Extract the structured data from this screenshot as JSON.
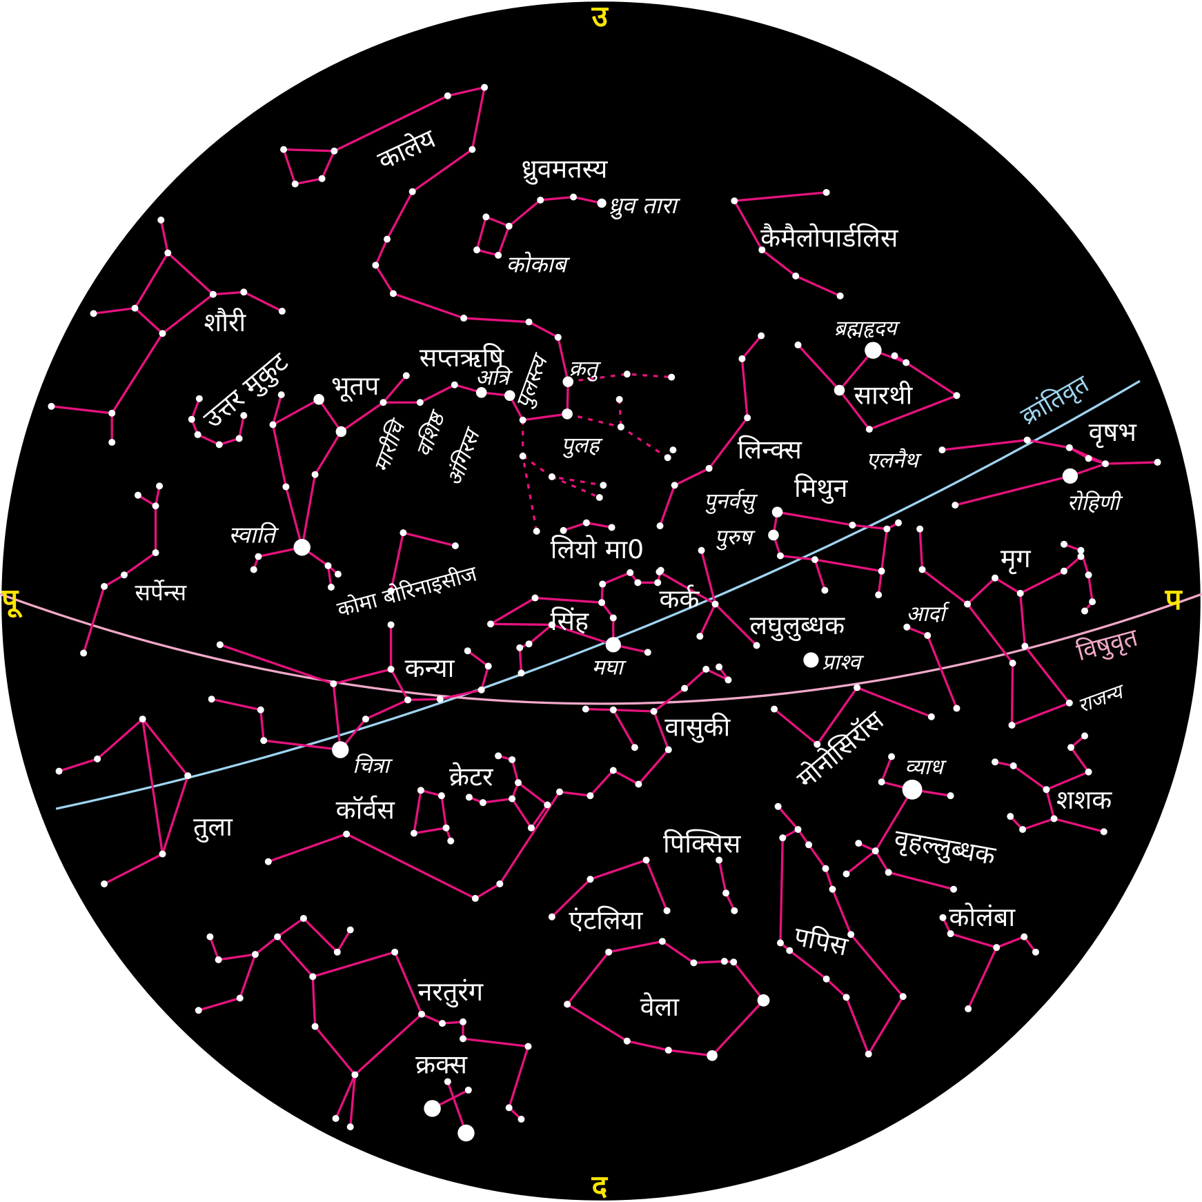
{
  "title": "Sky chart (Hindi)",
  "colors": {
    "background": "#000000",
    "constellation_lines": "#e5127d",
    "stars": "#ffffff",
    "ecliptic": "#9fd4f0",
    "equator": "#f0a8c8",
    "cardinal": "#ffe600"
  },
  "cardinal": {
    "north": "उ",
    "south": "द",
    "east": "पू",
    "west": "प"
  },
  "circles": {
    "ecliptic": "क्रांतिवृत",
    "equator": "विषुवृत"
  },
  "constellations": {
    "draco": "कालेय",
    "ursa_minor": "ध्रुवमतस्य",
    "camelopardalis": "कैमैलोपार्डलिस",
    "hercules": "शौरी",
    "corona_borealis": "उत्तर मुकुट",
    "bootes": "भूतप",
    "ursa_major": "सप्तऋषि",
    "lynx": "लिन्क्स",
    "auriga": "सारथी",
    "taurus": "वृषभ",
    "gemini": "मिथुन",
    "orion": "मृग",
    "cancer": "कर्क",
    "leo_minor": "लियो मा0",
    "coma": "कोमा बोरिनाइसीज",
    "leo": "सिंह",
    "virgo": "कन्या",
    "serpens": "सर्पेन्स",
    "canis_minor": "लघुलुब्धक",
    "monoceros": "मोनोसिरॉस",
    "hydra": "वासुकी",
    "libra": "तुला",
    "corvus": "कॉर्वस",
    "crater": "क्रेटर",
    "pyxis": "पिक्सिस",
    "antlia": "एंटलिया",
    "vela": "वेला",
    "puppis": "पपिस",
    "canis_major": "वृहल्लुब्धक",
    "lepus": "शशक",
    "columba": "कोलंबा",
    "centaurus": "नरतुरंग",
    "crux": "क्रक्स"
  },
  "stars": {
    "polaris": "ध्रुव तारा",
    "kochab": "कोकाब",
    "thuban_area": "ब्रह्महृदय",
    "atri": "अत्रि",
    "pulastya": "पुलस्त्य",
    "kratu": "क्रतु",
    "pulaha": "पुलह",
    "marichi": "मारीचि",
    "vasishtha": "वशिष्ठ",
    "angiras": "अंगिरस",
    "elnath": "एलनैथ",
    "aldebaran": "रोहिणी",
    "pollux": "पुनर्वसु",
    "castor": "पुरुष",
    "arcturus": "स्वाति",
    "betelgeuse": "आर्दा",
    "regulus": "मघा",
    "procyon": "प्राश्व",
    "rigel": "राजन्य",
    "spica": "चित्रा",
    "sirius": "व्याध"
  }
}
